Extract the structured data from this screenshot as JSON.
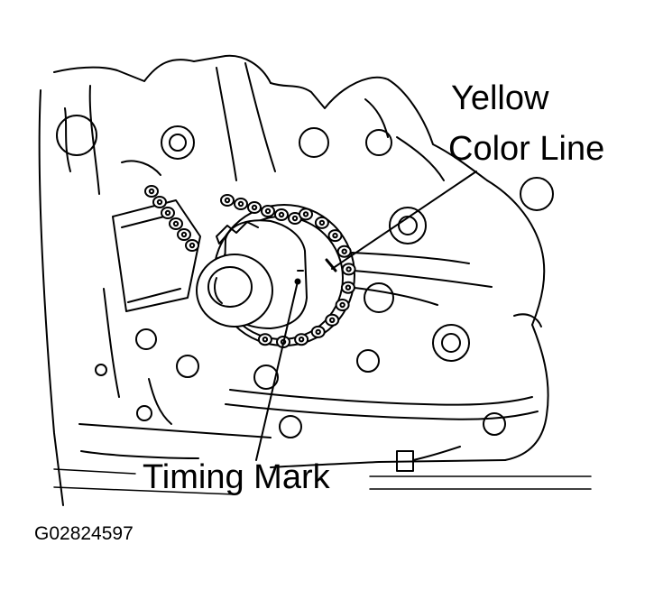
{
  "labels": {
    "yellow_line_1": "Yellow",
    "yellow_line_2": "Color Line",
    "timing_mark": "Timing Mark",
    "figure_code": "G02824597"
  }
}
